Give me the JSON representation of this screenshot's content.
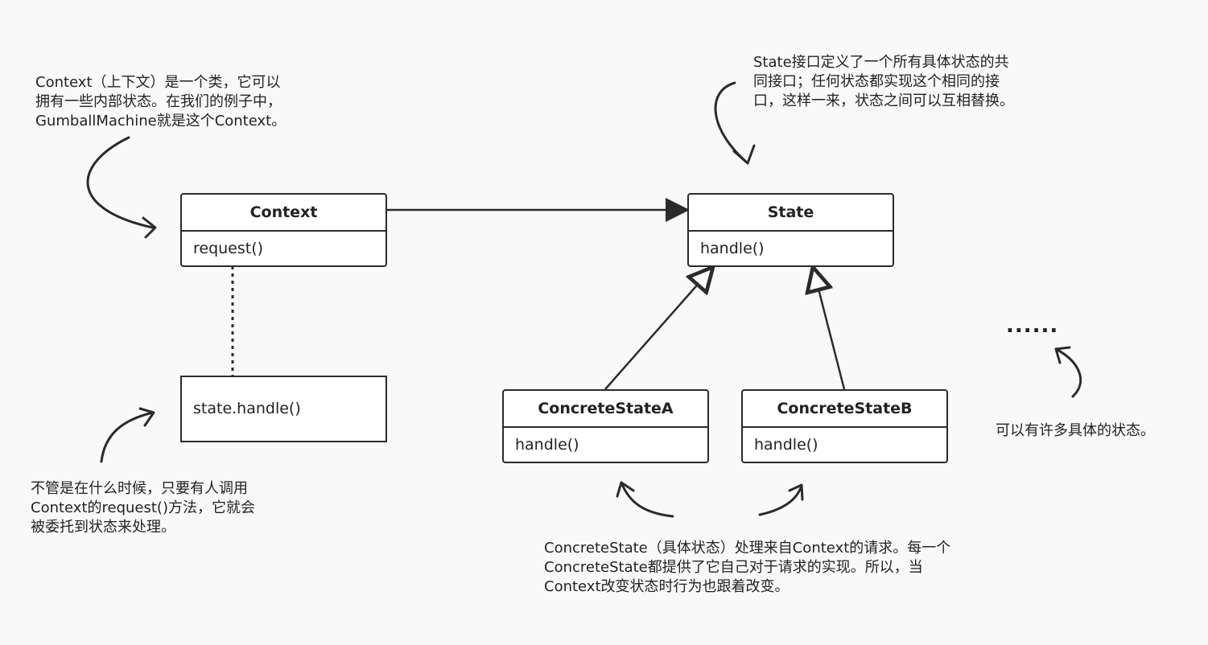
{
  "classes": {
    "context": {
      "name": "Context",
      "method": "request()"
    },
    "state": {
      "name": "State",
      "method": "handle()"
    },
    "concrete_a": {
      "name": "ConcreteStateA",
      "method": "handle()"
    },
    "concrete_b": {
      "name": "ConcreteStateB",
      "method": "handle()"
    }
  },
  "delegation_box": {
    "text": "state.handle()"
  },
  "notes": {
    "context_note": "Context（上下文）是一个类，它可以\n拥有一些内部状态。在我们的例子中，\nGumballMachine就是这个Context。",
    "state_note": "State接口定义了一个所有具体状态的共\n同接口；任何状态都实现这个相同的接\n口，这样一来，状态之间可以互相替换。",
    "request_note": "不管是在什么时候，只要有人调用\nContext的request()方法，它就会\n被委托到状态来处理。",
    "concrete_note": "ConcreteState（具体状态）处理来自Context的请求。每一个\nConcreteState都提供了它自己对于请求的实现。所以，当\nContext改变状态时行为也跟着改变。",
    "many_states_note": "可以有许多具体的状态。",
    "ellipsis": "......"
  },
  "colors": {
    "background": "#f9f9f9",
    "stroke": "#2b2b2b"
  }
}
